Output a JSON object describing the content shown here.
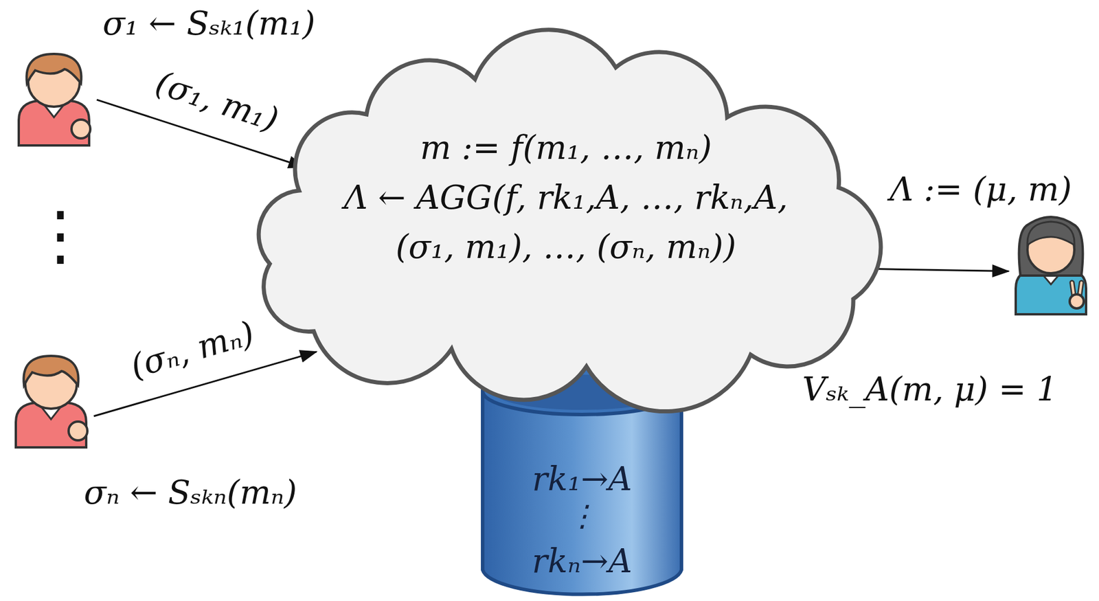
{
  "diagram": {
    "nodes": [
      {
        "text": [
          "σ₁ ← Sₛₖ₁(m₁)"
        ]
      },
      {
        "text": [
          "m := f(m₁, …, mₙ)",
          "Λ ← AGG(f, rk₁,A, …, rkₙ,A, (σ₁, m₁), …, (σₙ, mₙ))"
        ]
      },
      {
        "text": [
          "Vₛₖ_A(m, μ) = 1"
        ]
      },
      {
        "text": [
          "σₙ ← Sₛₖₙ(mₙ)"
        ]
      },
      {
        "text": [
          "rk₁→A",
          "⋮",
          "rkₙ→A"
        ]
      }
    ],
    "edges": [
      {
        "from": 0,
        "to": 1,
        "arrow": "to",
        "label": "(σ₁, m₁)"
      },
      {
        "from": 3,
        "to": 1,
        "arrow": "to",
        "label": "(σₙ, mₙ)"
      },
      {
        "from": 1,
        "to": 2,
        "arrow": "to",
        "label": "Λ := (μ, m)"
      }
    ],
    "labels": [
      "⋮"
    ]
  }
}
